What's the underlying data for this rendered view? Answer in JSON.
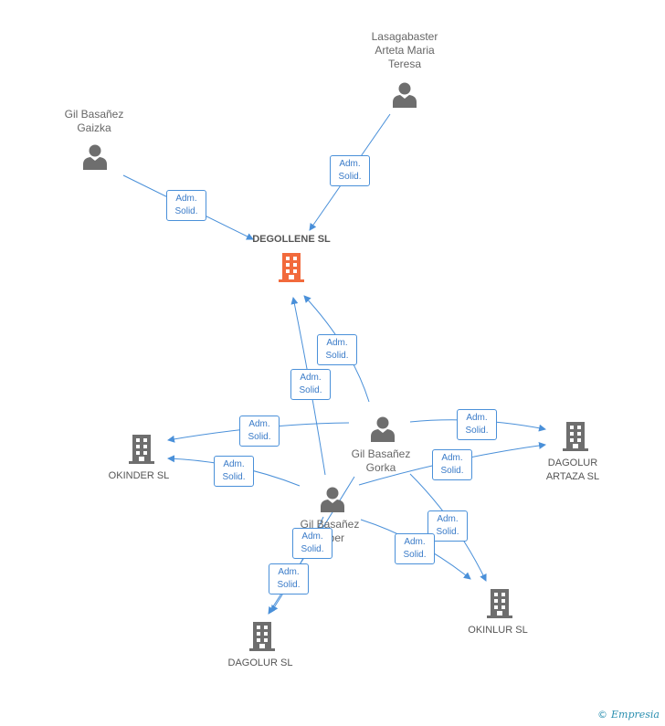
{
  "nodes": {
    "degollene": {
      "label": "DEGOLLENE SL",
      "type": "company",
      "highlight": true
    },
    "lasagabaster": {
      "label": "Lasagabaster\nArteta Maria\nTeresa",
      "type": "person"
    },
    "gil_gaizka": {
      "label": "Gil Basañez\nGaizka",
      "type": "person"
    },
    "gil_gorka": {
      "label": "Gil Basañez\nGorka",
      "type": "person"
    },
    "gil_xaber": {
      "label": "Gil Basañez\nXaber",
      "type": "person"
    },
    "okinder": {
      "label": "OKINDER SL",
      "type": "company"
    },
    "dagolur_artaza": {
      "label": "DAGOLUR\nARTAZA SL",
      "type": "company"
    },
    "okinlur": {
      "label": "OKINLUR SL",
      "type": "company"
    },
    "dagolur": {
      "label": "DAGOLUR SL",
      "type": "company"
    }
  },
  "edge_label": "Adm.\nSolid.",
  "colors": {
    "edge": "#4a90d9",
    "person_icon": "#6e6e6e",
    "company_icon": "#6e6e6e",
    "highlight_company": "#f26a3c"
  },
  "brand": {
    "copyright": "©",
    "name": "Empresia"
  }
}
